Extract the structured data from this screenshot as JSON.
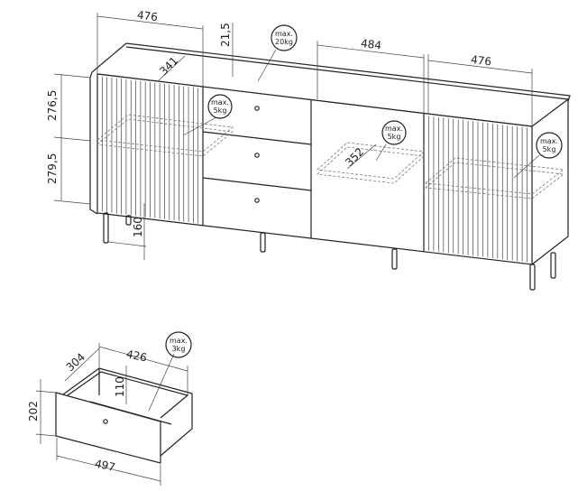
{
  "cabinet": {
    "dimensions": {
      "left_door_width": "476",
      "middle_door_width": "484",
      "right_door_width": "476",
      "top_thickness": "21,5",
      "shelf_depth_left": "341",
      "shelf_depth_middle": "352",
      "upper_compartment_height": "276,5",
      "lower_compartment_height": "279,5",
      "leg_height": "160"
    },
    "load_labels": {
      "top": [
        "max.",
        "20kg"
      ],
      "shelf_left": [
        "max.",
        "5kg"
      ],
      "shelf_middle": [
        "max.",
        "5kg"
      ],
      "shelf_right": [
        "max.",
        "5kg"
      ]
    }
  },
  "drawer": {
    "dimensions": {
      "depth": "304",
      "inner_width": "426",
      "inner_height": "110",
      "front_height": "202",
      "front_width": "497"
    },
    "load_label": [
      "max.",
      "3kg"
    ]
  }
}
